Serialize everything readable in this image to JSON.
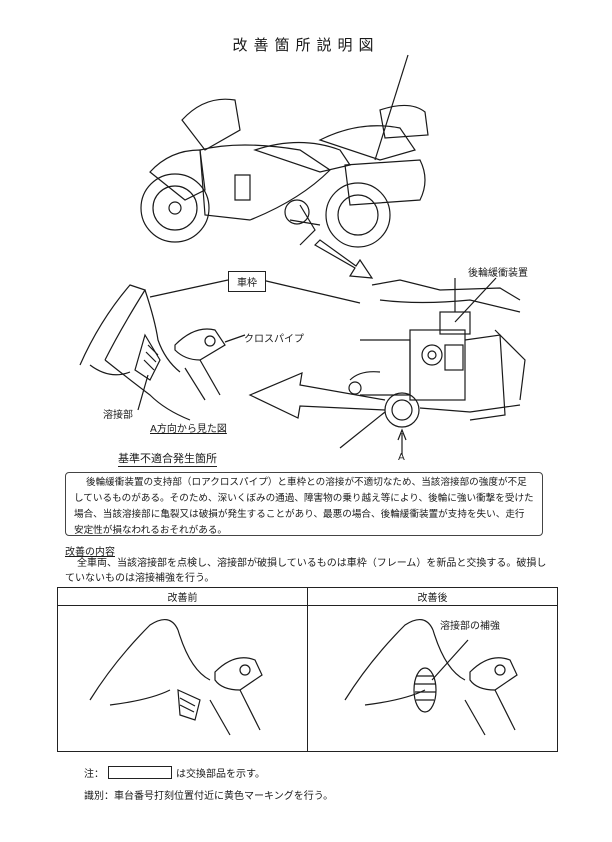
{
  "title": "改善箇所説明図",
  "callouts": {
    "frame": "車枠",
    "rear_shock": "後輪緩衝装置",
    "cross_pipe": "クロスパイプ",
    "weld": "溶接部",
    "view_caption": "A方向から見た図",
    "defect_location": "基準不適合発生箇所",
    "arrow_a": "A"
  },
  "description": "後輪緩衝装置の支持部（ロアクロスパイプ）と車枠との溶接が不適切なため、当該溶接部の強度が不足しているものがある。そのため、深いくぼみの通過、障害物の乗り越え等により、後輪に強い衝撃を受けた場合、当該溶接部に亀裂又は破損が発生することがあり、最悪の場合、後輪緩衝装置が支持を失い、走行安定性が損なわれるおそれがある。",
  "improvement": {
    "heading": "改善の内容",
    "text": "全車両、当該溶接部を点検し、溶接部が破損しているものは車枠（フレーム）を新品と交換する。破損していないものは溶接補強を行う。"
  },
  "comparison": {
    "before_label": "改善前",
    "after_label": "改善後",
    "after_callout": "溶接部の補強"
  },
  "note": {
    "prefix": "注：",
    "suffix": "は交換部品を示す。"
  },
  "identification": "識別：車台番号打刻位置付近に黄色マーキングを行う。"
}
